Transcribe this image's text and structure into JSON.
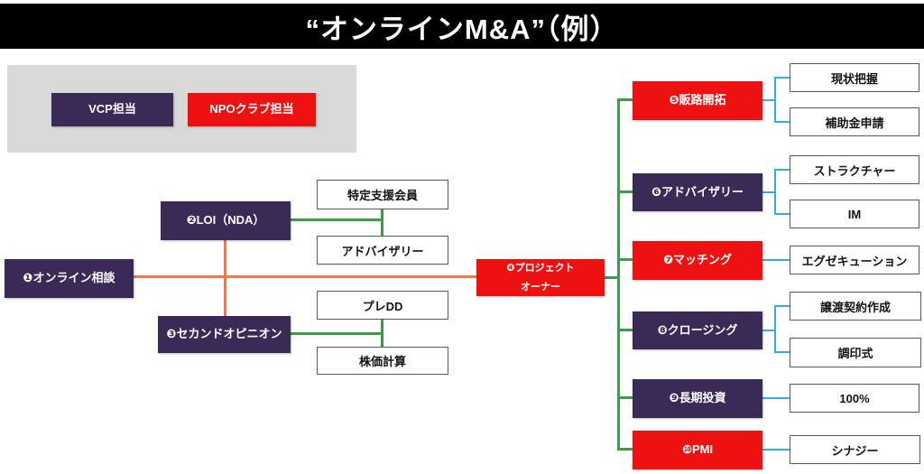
{
  "title": "“オンラインM&A”（例）",
  "legend": {
    "vcp_label": "VCP担当",
    "npo_label": "NPOクラブ担当"
  },
  "flow": {
    "step1": "❶オンライン相談",
    "step2": "❷LOI（NDA）",
    "step3": "❸セカンドオピニオン",
    "step4_line1": "❹プロジェクト",
    "step4_line2": "オーナー",
    "step5": "❺販路開拓",
    "step6": "❻アドバイザリー",
    "step7": "❼マッチング",
    "step8": "❽クロージング",
    "step9": "❾長期投資",
    "step10": "❿PMI"
  },
  "sub_items": {
    "loi_1": "特定支援会員",
    "loi_2": "アドバイザリー",
    "second_opinion_1": "プレDD",
    "second_opinion_2": "株価計算",
    "sales_channel_1": "現状把握",
    "sales_channel_2": "補助金申請",
    "advisory_1": "ストラクチャー",
    "advisory_2": "IM",
    "matching_1": "エグゼキューション",
    "closing_1": "譲渡契約作成",
    "closing_2": "調印式",
    "investment_1": "100%",
    "pmi_1": "シナジー"
  },
  "colors": {
    "purple_node": "#3a2a56",
    "red_node": "#ee1111",
    "orange_line": "#f0794b",
    "green_line": "#3e9b49",
    "blue_line": "#35ace3",
    "legend_bg": "#d9d9d9",
    "title_bg": "#000000"
  }
}
